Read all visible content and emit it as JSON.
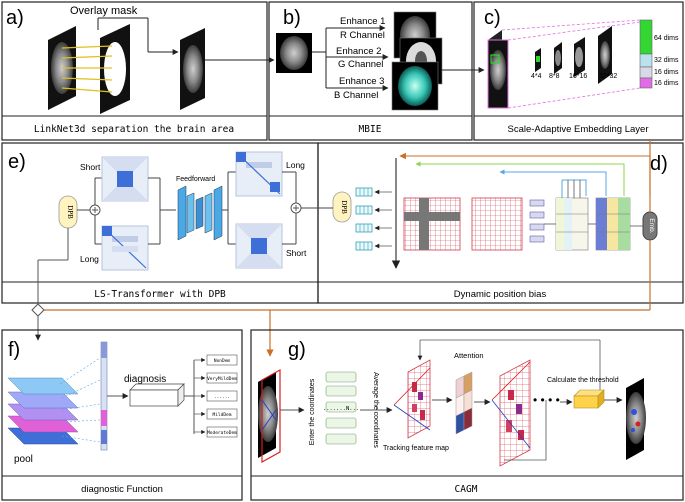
{
  "panels": {
    "a": {
      "letter": "a)",
      "overlay": "Overlay mask",
      "caption": "LinkNet3d separation the brain area"
    },
    "b": {
      "letter": "b)",
      "enhance1": "Enhance 1",
      "channel1": "R Channel",
      "enhance2": "Enhance 2",
      "channel2": "G Channel",
      "enhance3": "Enhance 3",
      "channel3": "B Channel",
      "caption": "MBIE"
    },
    "c": {
      "letter": "c)",
      "scales": [
        "4*4",
        "8*8",
        "16*16",
        "32*32"
      ],
      "dims": [
        "64 dims",
        "32 dims",
        "16 dims",
        "16 dims"
      ],
      "caption": "Scale-Adaptive Embedding Layer"
    },
    "e": {
      "letter": "e)",
      "short_top": "Short",
      "long_bottom": "Long",
      "feedforward": "Feedforward",
      "long_right": "Long",
      "short_right": "Short",
      "dpb_left": "DPB",
      "dpb_right": "DPB",
      "caption": "LS-Transformer with DPB"
    },
    "d": {
      "letter": "d)",
      "emb": "Emb.",
      "caption": "Dynamic position bias"
    },
    "f": {
      "letter": "f)",
      "diagnosis": "diagnosis",
      "pool": "pool",
      "outputs": [
        "NonDem",
        "VeryMildDem",
        "......",
        "MildDem",
        "ModerateDem"
      ],
      "caption": "diagnostic Function"
    },
    "g": {
      "letter": "g)",
      "enter": "Enter the coordinates",
      "average": "Average the coordinates",
      "dots": ".......N...",
      "tracking": "Tracking feature map",
      "attention": "Attention",
      "threshold": "Calculate the threshold",
      "caption": "CAGM"
    }
  },
  "colors": {
    "orange_arrow": "#c8702a",
    "blue_cube": "#3e6fd8",
    "teal_cell": "#36a0b8",
    "dpb_fill": "#fff3c0",
    "green_dim": "#33d633",
    "magenta_dim": "#e06ce6"
  }
}
